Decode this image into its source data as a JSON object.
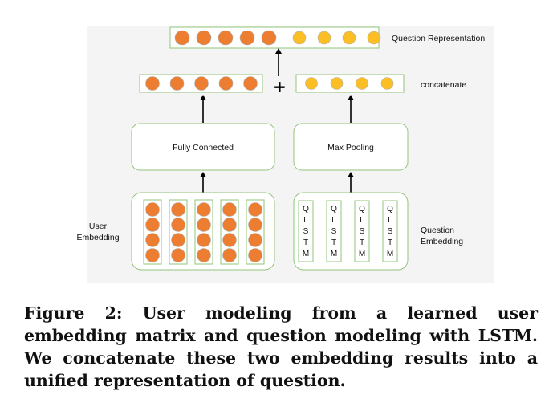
{
  "labels": {
    "question_representation": "Question Representation",
    "concatenate": "concatenate",
    "fully_connected": "Fully Connected",
    "max_pooling": "Max Pooling",
    "user_embedding_line1": "User",
    "user_embedding_line2": "Embedding",
    "question_embedding_line1": "Question",
    "question_embedding_line2": "Embedding",
    "plus": "+"
  },
  "lstm_letters": [
    "Q",
    "L",
    "S",
    "T",
    "M"
  ],
  "colors": {
    "orange_node": "#ed7d31",
    "yellow_node": "#fbbf25",
    "border_green": "#93c47d",
    "panel_bg": "#f4f4f4"
  },
  "caption": "Figure 2: User modeling from a learned user embedding matrix and question modeling with LSTM. We concatenate these two embedding results into a unified representation of question."
}
